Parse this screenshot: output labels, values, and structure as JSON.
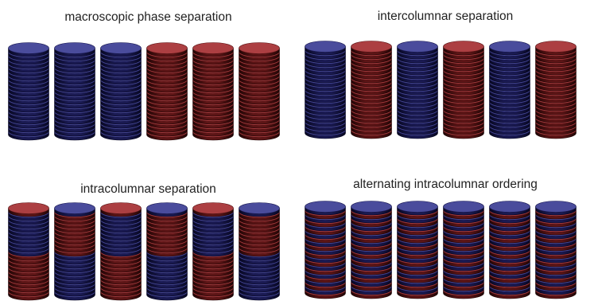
{
  "colors": {
    "blue": {
      "top": "#4a4c9c",
      "edge": "#1a1a52",
      "dark": "#070720"
    },
    "red": {
      "top": "#ac3f42",
      "edge": "#5c1516",
      "dark": "#1f0505"
    }
  },
  "panels": [
    {
      "title": "macroscopic phase separation",
      "columns": [
        [
          "B",
          "B",
          "B",
          "B",
          "B",
          "B",
          "B",
          "B",
          "B",
          "B",
          "B",
          "B",
          "B",
          "B",
          "B",
          "B",
          "B",
          "B",
          "B",
          "B",
          "B",
          "B"
        ],
        [
          "B",
          "B",
          "B",
          "B",
          "B",
          "B",
          "B",
          "B",
          "B",
          "B",
          "B",
          "B",
          "B",
          "B",
          "B",
          "B",
          "B",
          "B",
          "B",
          "B",
          "B",
          "B"
        ],
        [
          "B",
          "B",
          "B",
          "B",
          "B",
          "B",
          "B",
          "B",
          "B",
          "B",
          "B",
          "B",
          "B",
          "B",
          "B",
          "B",
          "B",
          "B",
          "B",
          "B",
          "B",
          "B"
        ],
        [
          "R",
          "R",
          "R",
          "R",
          "R",
          "R",
          "R",
          "R",
          "R",
          "R",
          "R",
          "R",
          "R",
          "R",
          "R",
          "R",
          "R",
          "R",
          "R",
          "R",
          "R",
          "R"
        ],
        [
          "R",
          "R",
          "R",
          "R",
          "R",
          "R",
          "R",
          "R",
          "R",
          "R",
          "R",
          "R",
          "R",
          "R",
          "R",
          "R",
          "R",
          "R",
          "R",
          "R",
          "R",
          "R"
        ],
        [
          "R",
          "R",
          "R",
          "R",
          "R",
          "R",
          "R",
          "R",
          "R",
          "R",
          "R",
          "R",
          "R",
          "R",
          "R",
          "R",
          "R",
          "R",
          "R",
          "R",
          "R",
          "R"
        ]
      ]
    },
    {
      "title": "intercolumnar separation",
      "columns": [
        [
          "B",
          "B",
          "B",
          "B",
          "B",
          "B",
          "B",
          "B",
          "B",
          "B",
          "B",
          "B",
          "B",
          "B",
          "B",
          "B",
          "B",
          "B",
          "B",
          "B",
          "B",
          "B"
        ],
        [
          "R",
          "R",
          "R",
          "R",
          "R",
          "R",
          "R",
          "R",
          "R",
          "R",
          "R",
          "R",
          "R",
          "R",
          "R",
          "R",
          "R",
          "R",
          "R",
          "R",
          "R",
          "R"
        ],
        [
          "B",
          "B",
          "B",
          "B",
          "B",
          "B",
          "B",
          "B",
          "B",
          "B",
          "B",
          "B",
          "B",
          "B",
          "B",
          "B",
          "B",
          "B",
          "B",
          "B",
          "B",
          "B"
        ],
        [
          "R",
          "R",
          "R",
          "R",
          "R",
          "R",
          "R",
          "R",
          "R",
          "R",
          "R",
          "R",
          "R",
          "R",
          "R",
          "R",
          "R",
          "R",
          "R",
          "R",
          "R",
          "R"
        ],
        [
          "B",
          "B",
          "B",
          "B",
          "B",
          "B",
          "B",
          "B",
          "B",
          "B",
          "B",
          "B",
          "B",
          "B",
          "B",
          "B",
          "B",
          "B",
          "B",
          "B",
          "B",
          "B"
        ],
        [
          "R",
          "R",
          "R",
          "R",
          "R",
          "R",
          "R",
          "R",
          "R",
          "R",
          "R",
          "R",
          "R",
          "R",
          "R",
          "R",
          "R",
          "R",
          "R",
          "R",
          "R",
          "R"
        ]
      ]
    },
    {
      "title": "intracolumnar separation",
      "columns": [
        [
          "R",
          "R",
          "R",
          "R",
          "R",
          "R",
          "R",
          "R",
          "R",
          "R",
          "R",
          "B",
          "B",
          "B",
          "B",
          "B",
          "B",
          "B",
          "B",
          "B",
          "B",
          "R"
        ],
        [
          "B",
          "B",
          "B",
          "B",
          "B",
          "B",
          "B",
          "B",
          "B",
          "B",
          "B",
          "R",
          "R",
          "R",
          "R",
          "R",
          "R",
          "R",
          "R",
          "R",
          "R",
          "B"
        ],
        [
          "R",
          "R",
          "R",
          "R",
          "R",
          "R",
          "R",
          "R",
          "R",
          "R",
          "R",
          "B",
          "B",
          "B",
          "B",
          "B",
          "B",
          "B",
          "B",
          "B",
          "B",
          "R"
        ],
        [
          "B",
          "B",
          "B",
          "B",
          "B",
          "B",
          "B",
          "B",
          "B",
          "B",
          "B",
          "R",
          "R",
          "R",
          "R",
          "R",
          "R",
          "R",
          "R",
          "R",
          "R",
          "B"
        ],
        [
          "R",
          "R",
          "R",
          "R",
          "R",
          "R",
          "R",
          "R",
          "R",
          "R",
          "R",
          "B",
          "B",
          "B",
          "B",
          "B",
          "B",
          "B",
          "B",
          "B",
          "B",
          "R"
        ],
        [
          "B",
          "B",
          "B",
          "B",
          "B",
          "B",
          "B",
          "B",
          "B",
          "B",
          "B",
          "R",
          "R",
          "R",
          "R",
          "R",
          "R",
          "R",
          "R",
          "R",
          "R",
          "B"
        ]
      ]
    },
    {
      "title": "alternating intracolumnar ordering",
      "columns": [
        [
          "R",
          "B",
          "R",
          "B",
          "R",
          "B",
          "R",
          "B",
          "R",
          "B",
          "R",
          "B",
          "R",
          "B",
          "R",
          "B",
          "R",
          "B",
          "R",
          "B",
          "R",
          "B"
        ],
        [
          "R",
          "B",
          "R",
          "B",
          "R",
          "B",
          "R",
          "B",
          "R",
          "B",
          "R",
          "B",
          "R",
          "B",
          "R",
          "B",
          "R",
          "B",
          "R",
          "B",
          "R",
          "B"
        ],
        [
          "R",
          "B",
          "R",
          "B",
          "R",
          "B",
          "R",
          "B",
          "R",
          "B",
          "R",
          "B",
          "R",
          "B",
          "R",
          "B",
          "R",
          "B",
          "R",
          "B",
          "R",
          "B"
        ],
        [
          "R",
          "B",
          "R",
          "B",
          "R",
          "B",
          "R",
          "B",
          "R",
          "B",
          "R",
          "B",
          "R",
          "B",
          "R",
          "B",
          "R",
          "B",
          "R",
          "B",
          "R",
          "B"
        ],
        [
          "R",
          "B",
          "R",
          "B",
          "R",
          "B",
          "R",
          "B",
          "R",
          "B",
          "R",
          "B",
          "R",
          "B",
          "R",
          "B",
          "R",
          "B",
          "R",
          "B",
          "R",
          "B"
        ],
        [
          "R",
          "B",
          "R",
          "B",
          "R",
          "B",
          "R",
          "B",
          "R",
          "B",
          "R",
          "B",
          "R",
          "B",
          "R",
          "B",
          "R",
          "B",
          "R",
          "B",
          "R",
          "B"
        ]
      ]
    }
  ]
}
